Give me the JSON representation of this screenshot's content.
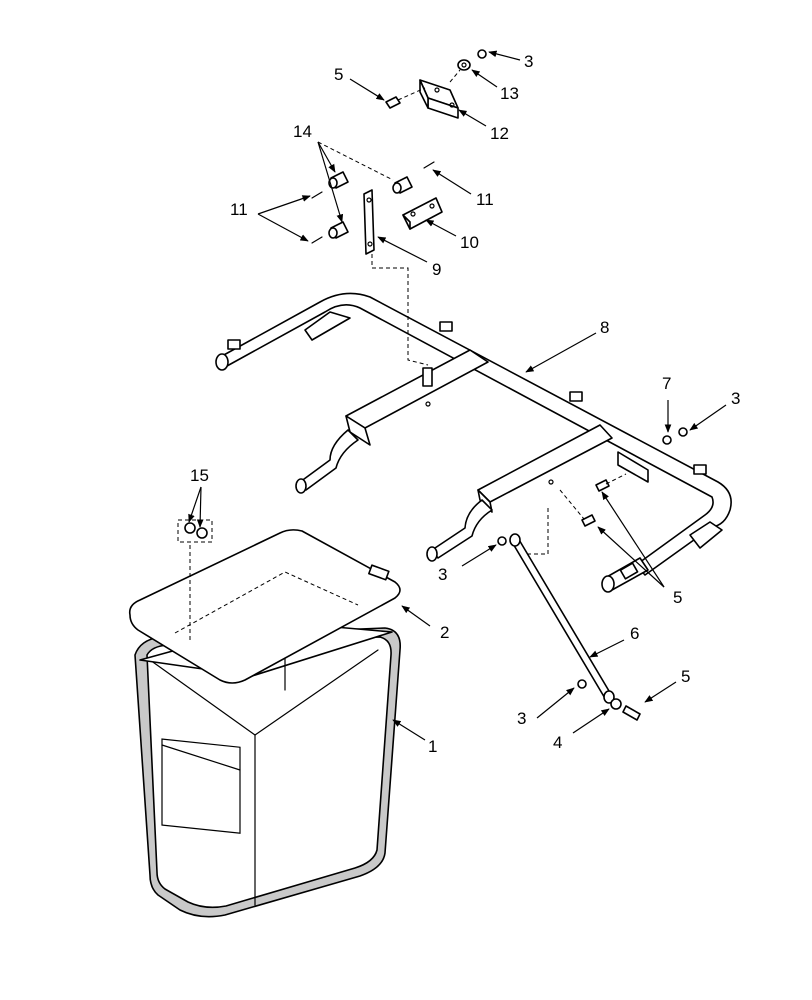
{
  "callouts": {
    "c1": "1",
    "c2": "2",
    "c3_top": "3",
    "c3_right": "3",
    "c3_mid": "3",
    "c3_low": "3",
    "c4": "4",
    "c5_top": "5",
    "c5_right": "5",
    "c5_low": "5",
    "c6": "6",
    "c7": "7",
    "c8": "8",
    "c9": "9",
    "c10": "10",
    "c11_right": "11",
    "c11_left": "11",
    "c12": "12",
    "c13": "13",
    "c14": "14",
    "c15": "15"
  }
}
